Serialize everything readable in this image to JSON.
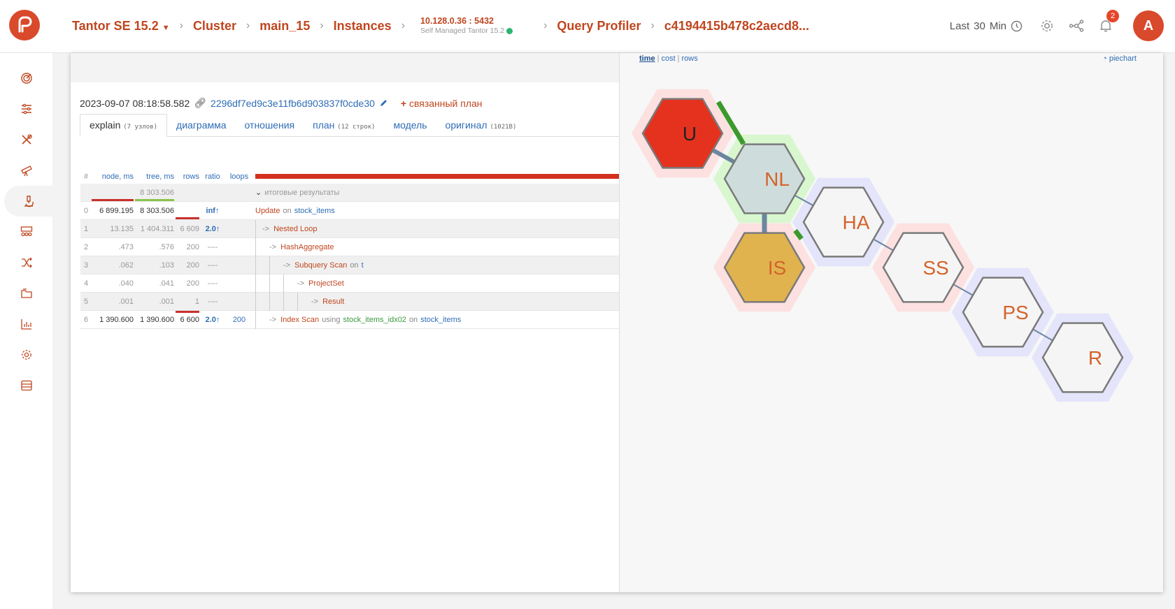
{
  "header": {
    "breadcrumbs": {
      "product": "Tantor SE 15.2",
      "cluster": "Cluster",
      "db": "main_15",
      "instances": "Instances",
      "ip": "10.128.0.36 : 5432",
      "ip_sub": "Self Managed Tantor 15.2",
      "profiler": "Query Profiler",
      "query_hash": "c4194415b478c2aecd8..."
    },
    "timeframe": {
      "last": "Last",
      "value": "30",
      "unit": "Min"
    },
    "notifications_count": "2",
    "user_initial": "A"
  },
  "sidebar": {
    "items": [
      "dashboard-icon",
      "sliders-icon",
      "tools-icon",
      "telescope-icon",
      "microscope-icon",
      "grid-icon",
      "shuffle-icon",
      "folder-icon",
      "chart-icon",
      "settings-icon",
      "storage-icon"
    ],
    "active": "microscope-icon"
  },
  "plan": {
    "timestamp": "2023-09-07 08:18:58.582",
    "plan_id": "2296df7ed9c3e11fb6d903837f0cde30",
    "related_plan": "связанный план",
    "tabs": [
      {
        "label": "explain",
        "note": "(7 узлов)"
      },
      {
        "label": "диаграмма",
        "note": ""
      },
      {
        "label": "отношения",
        "note": ""
      },
      {
        "label": "план",
        "note": "(12 строк)"
      },
      {
        "label": "модель",
        "note": ""
      },
      {
        "label": "оригинал",
        "note": "(1021B)"
      }
    ],
    "columns": {
      "idx": "#",
      "node": "node, ms",
      "tree": "tree, ms",
      "rows": "rows",
      "ratio": "ratio",
      "loops": "loops"
    },
    "summary": {
      "tree": "8 303.506",
      "label": "итоговые результаты"
    },
    "rows": [
      {
        "idx": "0",
        "node": "6 899.195",
        "tree": "8 303.506",
        "rows": "",
        "ratio": "inf↑",
        "loops": "",
        "op": "Update",
        "kw": "on",
        "obj": "stock_items",
        "using": "",
        "index": ""
      },
      {
        "idx": "1",
        "node": "13.135",
        "tree": "1 404.311",
        "rows": "6 609",
        "ratio": "2.0↑",
        "loops": "",
        "op": "Nested Loop",
        "kw": "",
        "obj": "",
        "using": "",
        "index": ""
      },
      {
        "idx": "2",
        "node": ".473",
        "tree": ".576",
        "rows": "200",
        "ratio": "----",
        "loops": "",
        "op": "HashAggregate",
        "kw": "",
        "obj": "",
        "using": "",
        "index": ""
      },
      {
        "idx": "3",
        "node": ".062",
        "tree": ".103",
        "rows": "200",
        "ratio": "----",
        "loops": "",
        "op": "Subquery Scan",
        "kw": "on",
        "obj": "t",
        "using": "",
        "index": ""
      },
      {
        "idx": "4",
        "node": ".040",
        "tree": ".041",
        "rows": "200",
        "ratio": "----",
        "loops": "",
        "op": "ProjectSet",
        "kw": "",
        "obj": "",
        "using": "",
        "index": ""
      },
      {
        "idx": "5",
        "node": ".001",
        "tree": ".001",
        "rows": "1",
        "ratio": "----",
        "loops": "",
        "op": "Result",
        "kw": "",
        "obj": "",
        "using": "",
        "index": ""
      },
      {
        "idx": "6",
        "node": "1 390.600",
        "tree": "1 390.600",
        "rows": "6 600",
        "ratio": "2.0↑",
        "loops": "200",
        "op": "Index Scan",
        "kw": "on",
        "obj": "stock_items",
        "using": "using",
        "index": "stock_items_idx02"
      }
    ]
  },
  "diagram": {
    "metrics": [
      "time",
      "cost",
      "rows"
    ],
    "active_metric": "time",
    "piechart": "piechart",
    "nodes": [
      {
        "label": "U",
        "fill": "#e5321f",
        "halo": "#fde0e0"
      },
      {
        "label": "NL",
        "fill": "#cfdcdc",
        "halo": "#d9f7cf"
      },
      {
        "label": "HA",
        "fill": "#f5f5f5",
        "halo": "#e4e4fb"
      },
      {
        "label": "IS",
        "fill": "#e1b34f",
        "halo": "#fde0e0"
      },
      {
        "label": "SS",
        "fill": "#f5f5f5",
        "halo": "#fde0e0"
      },
      {
        "label": "PS",
        "fill": "#f5f5f5",
        "halo": "#e4e4fb"
      },
      {
        "label": "R",
        "fill": "#f5f5f5",
        "halo": "#e4e4fb"
      }
    ]
  }
}
